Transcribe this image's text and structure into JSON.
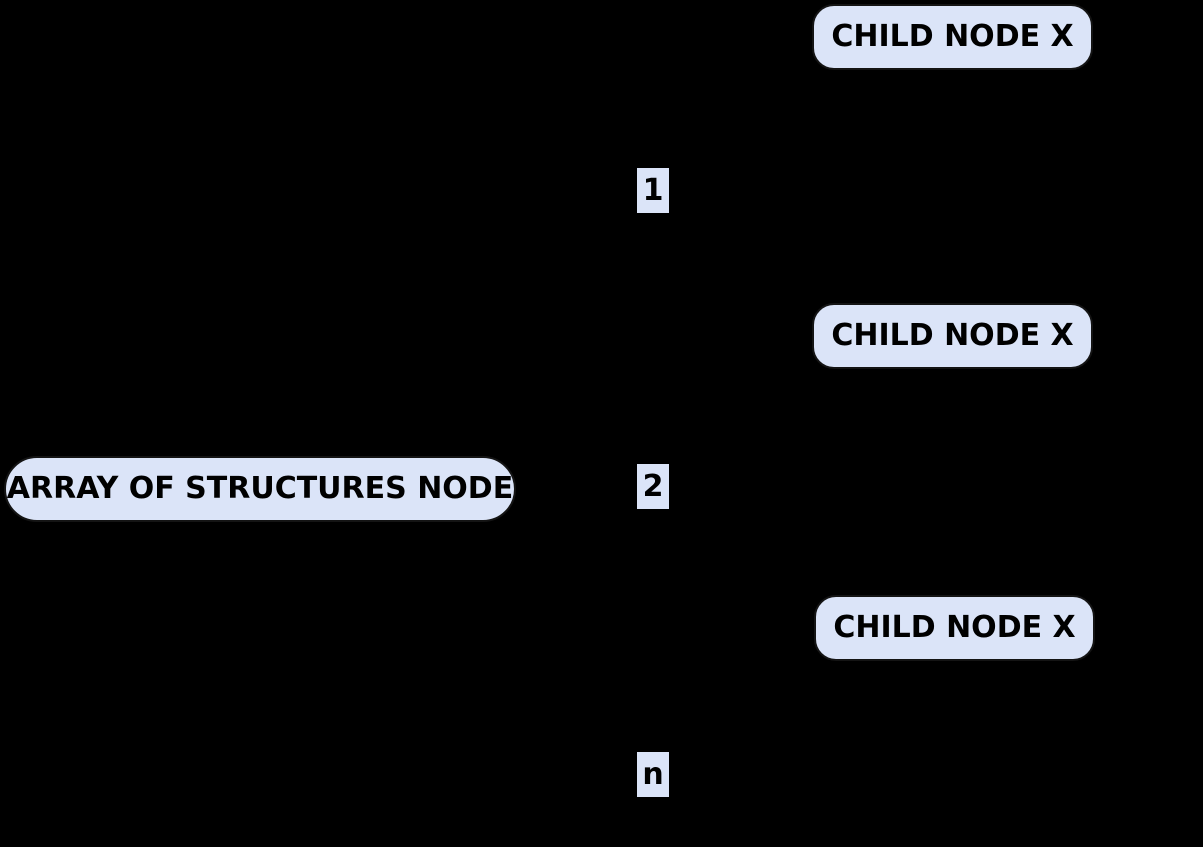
{
  "diagram": {
    "type": "tree",
    "colors": {
      "background": "#000000",
      "node_fill": "#dbe4f8",
      "node_text": "#000000"
    },
    "root_node": {
      "label": "ARRAY OF STRUCTURES NODE"
    },
    "child_nodes": [
      {
        "label": "CHILD NODE X"
      },
      {
        "label": "CHILD NODE X"
      },
      {
        "label": "CHILD NODE X"
      }
    ],
    "edge_labels": [
      {
        "label": "1"
      },
      {
        "label": "2"
      },
      {
        "label": "n"
      }
    ]
  }
}
